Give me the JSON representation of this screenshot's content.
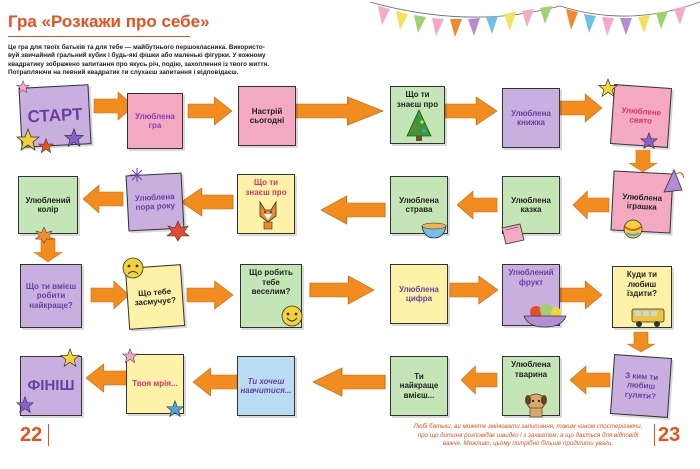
{
  "page": {
    "title": "Гра «Розкажи про себе»",
    "description": [
      "Це гра для твоїх батьків та для тебе — майбутнього першокласника. Використо-",
      "вуй звичайний гральний кубик і будь-які фішки або маленькі фігурки. У кожному",
      "квадратику зображено запитання про якусь річ, подію, захоплення із твого життя.",
      "Потрапляючи на певний квадратик ти слухаєш запитання і відповідаєш."
    ],
    "page_left": "22",
    "page_right": "23",
    "note": [
      "Любі батьки, ви можете змінювати запитання, таким чином спостерігаючи,",
      "про що дитина розповідає швидко і з захватом, а що дається для відповіді",
      "важче. Можливо, цьому потрібно більше приділити уваги."
    ]
  },
  "squares": {
    "s1": "СТАРТ",
    "s2": "Улюблена гра",
    "s3": "Настрій сьогодні",
    "s4": "Що ти знаєш про",
    "s5": "Улюблена книжка",
    "s6": "Улюблене свято",
    "s7": "Улюблена іграшка",
    "s8": "Улюблена казка",
    "s9": "Улюблена страва",
    "s10": "Що ти знаєш про",
    "s11": "Улюблена пора року",
    "s12": "Улюблений колір",
    "s13": "Що ти вмієш робити найкраще?",
    "s14": "Що тебе засмучує?",
    "s15": "Що робить тебе веселим?",
    "s16": "Улюблена цифра",
    "s17": "Улюблений фрукт",
    "s18": "Куди ти любиш їздити?",
    "s19": "З ким ти любиш гуляти?",
    "s20": "Улюблена тварина",
    "s21": "Ти найкраще вмієш...",
    "s22": "Ти хочеш навчитися...",
    "s23": "Твоя мрія...",
    "s24": "ФІНІШ"
  },
  "colors": {
    "accent": "#e8501f",
    "arrow": "#f28c1e",
    "pink": "#f3a9c1",
    "purple": "#c9aee0",
    "green": "#c4e6b6",
    "yellow": "#fdf2a8",
    "blue": "#b9dcf2"
  }
}
